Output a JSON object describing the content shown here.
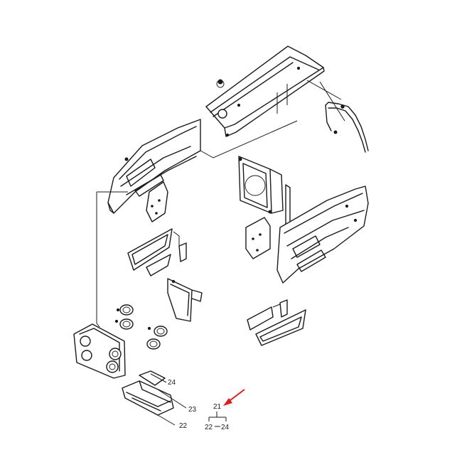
{
  "diagram": {
    "callouts": {
      "c24": "24",
      "c23": "23",
      "c22": "22",
      "c21": "21",
      "c22b": "22",
      "c24b": "24"
    },
    "arrow_color": "#e31b1b"
  }
}
